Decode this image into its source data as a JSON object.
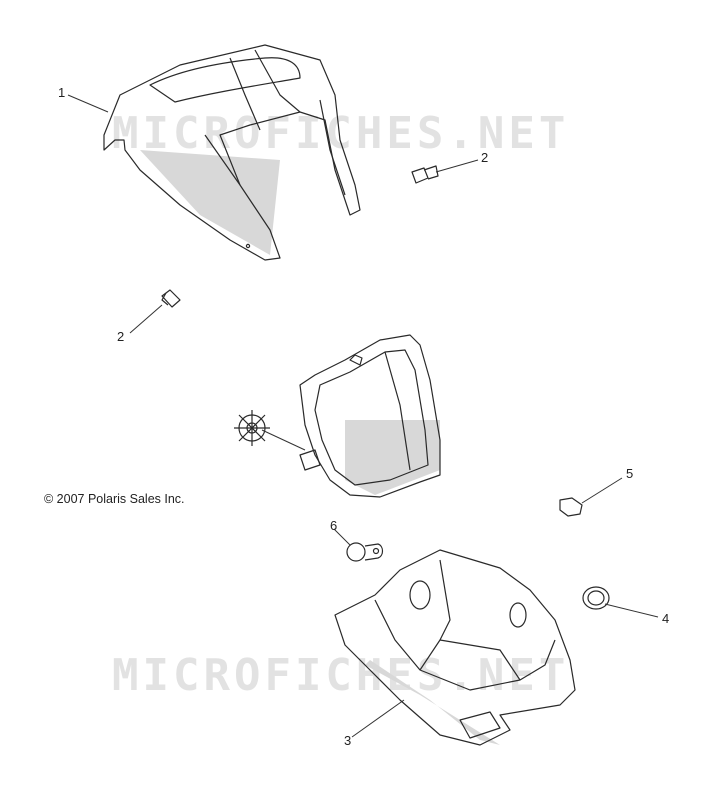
{
  "watermarks": [
    "MICROFICHES.NET",
    "MICROFICHES.NET"
  ],
  "copyright": "© 2007 Polaris Sales Inc.",
  "callouts": [
    "1",
    "2",
    "2",
    "5",
    "6",
    "4",
    "3"
  ]
}
